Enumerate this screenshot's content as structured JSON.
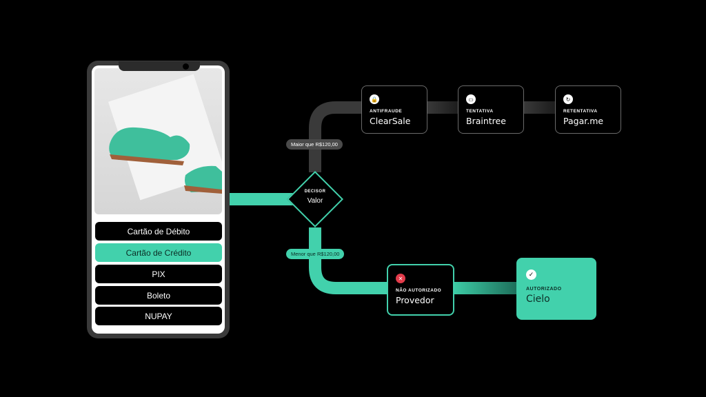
{
  "payment_methods": [
    {
      "label": "Cartão de Débito",
      "active": false
    },
    {
      "label": "Cartão de Crédito",
      "active": true
    },
    {
      "label": "PIX",
      "active": false
    },
    {
      "label": "Boleto",
      "active": false
    },
    {
      "label": "NUPAY",
      "active": false
    }
  ],
  "decision": {
    "small": "DECISOR",
    "large": "Valor"
  },
  "branches": {
    "upper": "Maior que R$120,00",
    "lower": "Menor que R$120,00"
  },
  "upper_cards": [
    {
      "small": "ANTIFRAUDE",
      "large": "ClearSale",
      "icon": "lock-icon"
    },
    {
      "small": "TENTATIVA",
      "large": "Braintree",
      "icon": "card-icon"
    },
    {
      "small": "RETENTATIVA",
      "large": "Pagar.me",
      "icon": "retry-icon"
    }
  ],
  "denied_card": {
    "small": "NÃO AUTORIZADO",
    "large": "Provedor",
    "icon": "x-icon"
  },
  "approved_card": {
    "small": "AUTORIZADO",
    "large": "Cielo",
    "icon": "check-icon"
  },
  "colors": {
    "accent": "#42d1ac",
    "error": "#e23b4a",
    "path_gray": "#3a3a3a"
  }
}
